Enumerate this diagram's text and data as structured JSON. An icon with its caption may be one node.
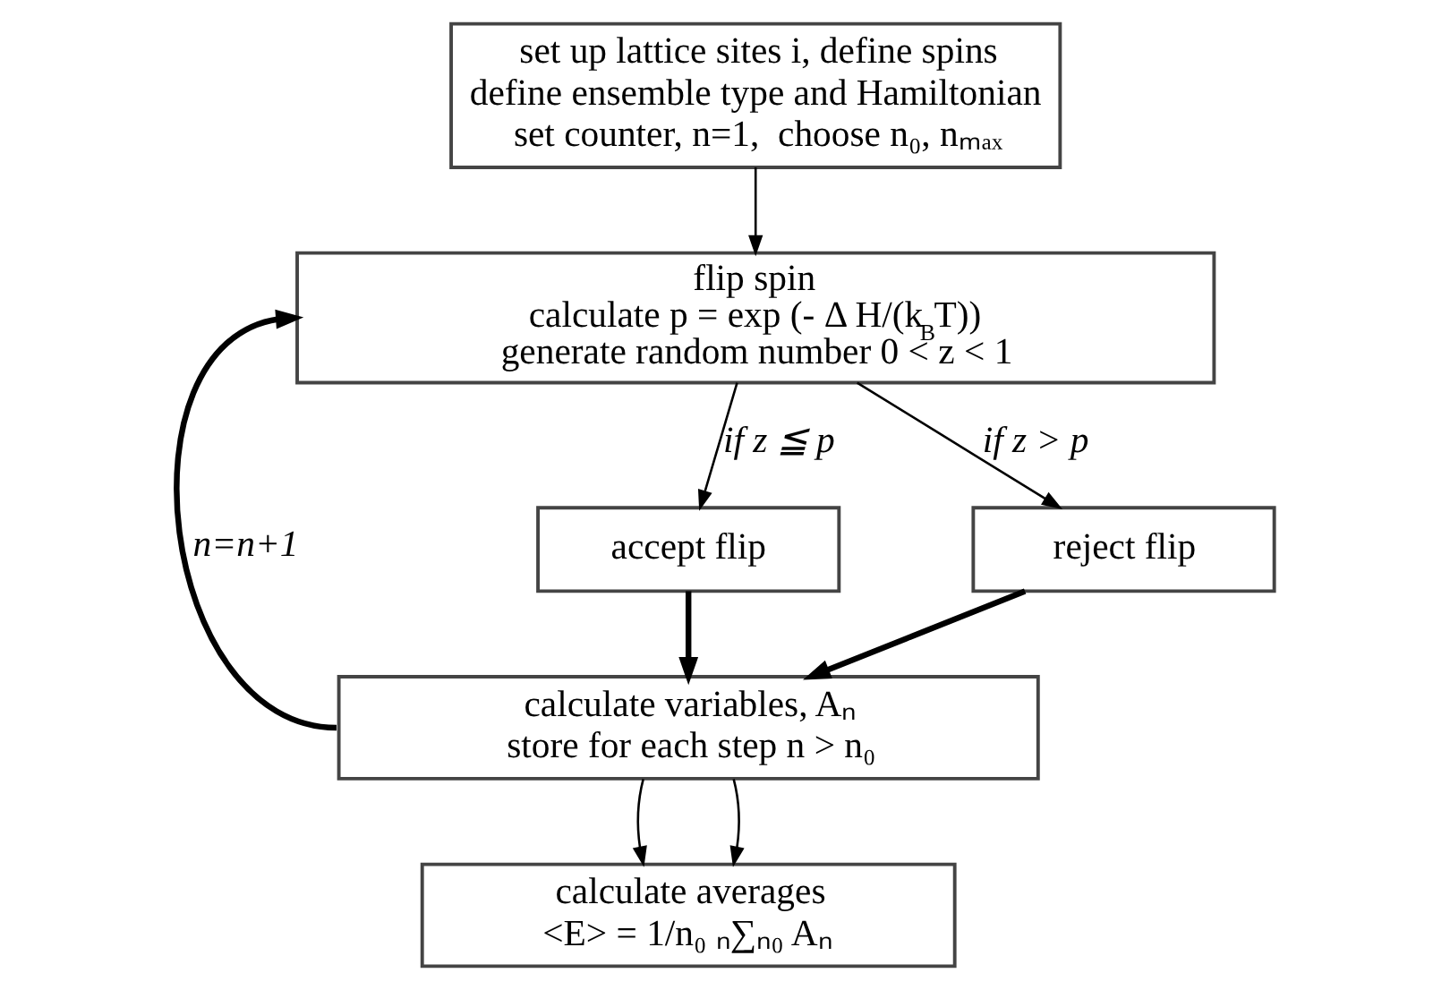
{
  "diagram": {
    "nodes": [
      {
        "text": [
          "set up lattice sites i, define spins",
          "define ensemble type and Hamiltonian",
          "set counter, n=1,  choose n₀, nₘₐₓ"
        ]
      },
      {
        "text": [
          "flip spin",
          "calculate p = exp (- Δ H/(k$_{B}$T))",
          "generate random number 0 < z < 1"
        ]
      },
      {
        "text": [
          "accept flip"
        ]
      },
      {
        "text": [
          "reject flip"
        ]
      },
      {
        "text": [
          "calculate variables, Aₙ",
          "store for each step n > n₀"
        ]
      },
      {
        "text": [
          "calculate averages",
          "<E> = 1/n₀ ₙ∑ₙ₀ Aₙ"
        ]
      }
    ],
    "edges": [
      {
        "from": 0,
        "to": 1,
        "arrow": "to"
      },
      {
        "from": 1,
        "to": 2,
        "arrow": "to",
        "label": "if z ≦ p"
      },
      {
        "from": 1,
        "to": 3,
        "arrow": "to",
        "label": "if z > p"
      },
      {
        "from": 2,
        "to": 4,
        "arrow": "to",
        "style": "thick"
      },
      {
        "from": 3,
        "to": 4,
        "arrow": "to",
        "style": "thick"
      },
      {
        "from": 4,
        "to": 1,
        "arrow": "to",
        "label": "n=n+1",
        "style": "thick"
      },
      {
        "from": 4,
        "to": 5,
        "arrow": "to"
      },
      {
        "from": 4,
        "to": 5,
        "arrow": "to"
      }
    ]
  }
}
